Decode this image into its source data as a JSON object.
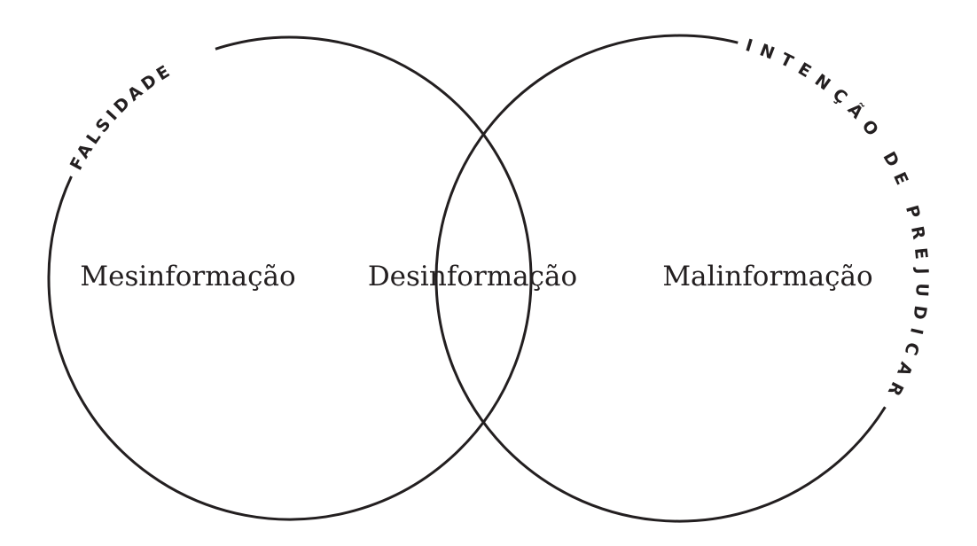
{
  "diagram": {
    "type": "venn",
    "sets": [
      {
        "name": "falsidade",
        "label": "FALSIDADE"
      },
      {
        "name": "intencao",
        "label": "INTENÇÃO DE PREJUDICAR"
      }
    ],
    "regions": {
      "left_only": "Mesinformação",
      "intersection": "Desinformação",
      "right_only": "Malinformação"
    },
    "stroke_color": "#231f20"
  }
}
